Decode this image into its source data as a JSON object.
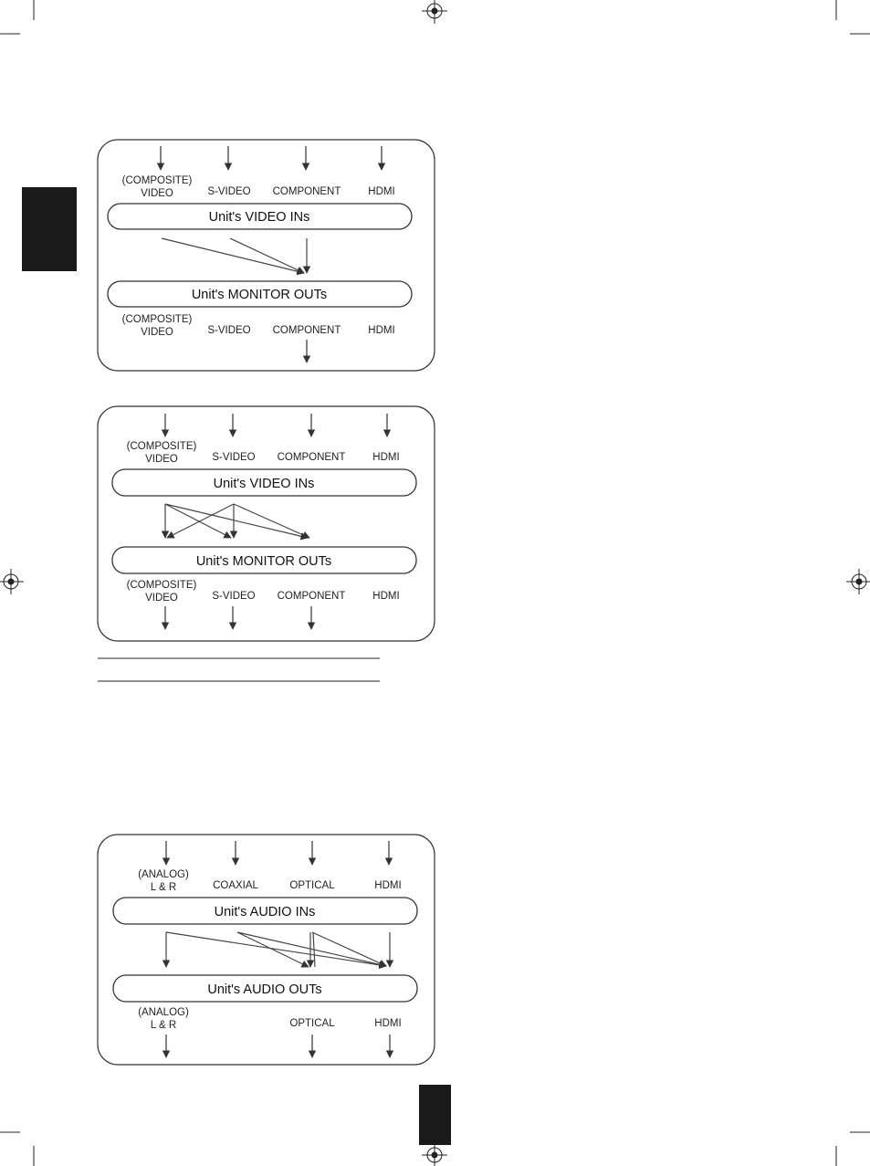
{
  "diagrams": [
    {
      "inputs": [
        {
          "line1": "(COMPOSITE)",
          "line2": "VIDEO"
        },
        {
          "line1": "",
          "line2": "S-VIDEO"
        },
        {
          "line1": "",
          "line2": "COMPONENT"
        },
        {
          "line1": "",
          "line2": "HDMI"
        }
      ],
      "in_bar": "Unit's VIDEO INs",
      "out_bar": "Unit's MONITOR OUTs",
      "outputs": [
        {
          "line1": "(COMPOSITE)",
          "line2": "VIDEO"
        },
        {
          "line1": "",
          "line2": "S-VIDEO"
        },
        {
          "line1": "",
          "line2": "COMPONENT"
        },
        {
          "line1": "",
          "line2": "HDMI"
        }
      ]
    },
    {
      "inputs": [
        {
          "line1": "(COMPOSITE)",
          "line2": "VIDEO"
        },
        {
          "line1": "",
          "line2": "S-VIDEO"
        },
        {
          "line1": "",
          "line2": "COMPONENT"
        },
        {
          "line1": "",
          "line2": "HDMI"
        }
      ],
      "in_bar": "Unit's VIDEO INs",
      "out_bar": "Unit's MONITOR OUTs",
      "outputs": [
        {
          "line1": "(COMPOSITE)",
          "line2": "VIDEO"
        },
        {
          "line1": "",
          "line2": "S-VIDEO"
        },
        {
          "line1": "",
          "line2": "COMPONENT"
        },
        {
          "line1": "",
          "line2": "HDMI"
        }
      ]
    },
    {
      "inputs": [
        {
          "line1": "(ANALOG)",
          "line2": "L & R"
        },
        {
          "line1": "",
          "line2": "COAXIAL"
        },
        {
          "line1": "",
          "line2": "OPTICAL"
        },
        {
          "line1": "",
          "line2": "HDMI"
        }
      ],
      "in_bar": "Unit's AUDIO INs",
      "out_bar": "Unit's AUDIO OUTs",
      "outputs": [
        {
          "line1": "(ANALOG)",
          "line2": "L & R"
        },
        {
          "line1": "",
          "line2": ""
        },
        {
          "line1": "",
          "line2": "OPTICAL"
        },
        {
          "line1": "",
          "line2": "HDMI"
        }
      ]
    }
  ],
  "colors": {
    "stroke": "#333333",
    "tab": "#1a1a1a",
    "text": "#222222"
  }
}
